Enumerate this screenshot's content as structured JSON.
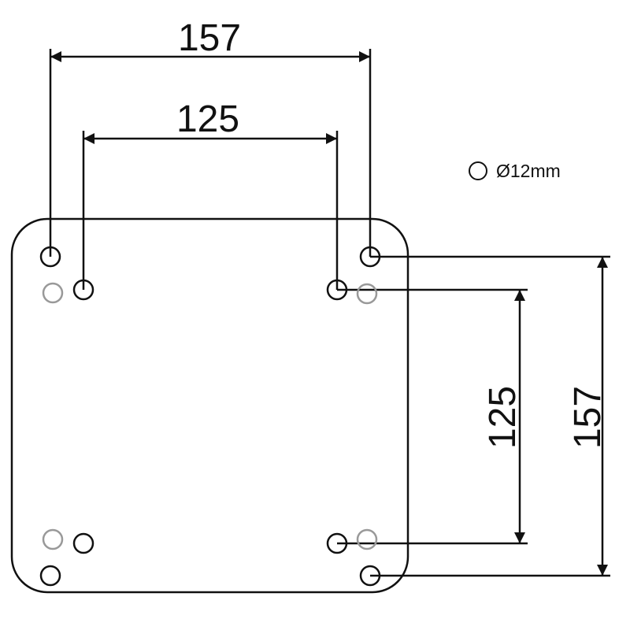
{
  "dimensions": {
    "outer_horizontal": "157",
    "inner_horizontal": "125",
    "inner_vertical": "125",
    "outer_vertical": "157"
  },
  "legend": {
    "hole_label": "Ø12mm"
  },
  "colors": {
    "line": "#111111",
    "secondary_hole": "#999999"
  }
}
